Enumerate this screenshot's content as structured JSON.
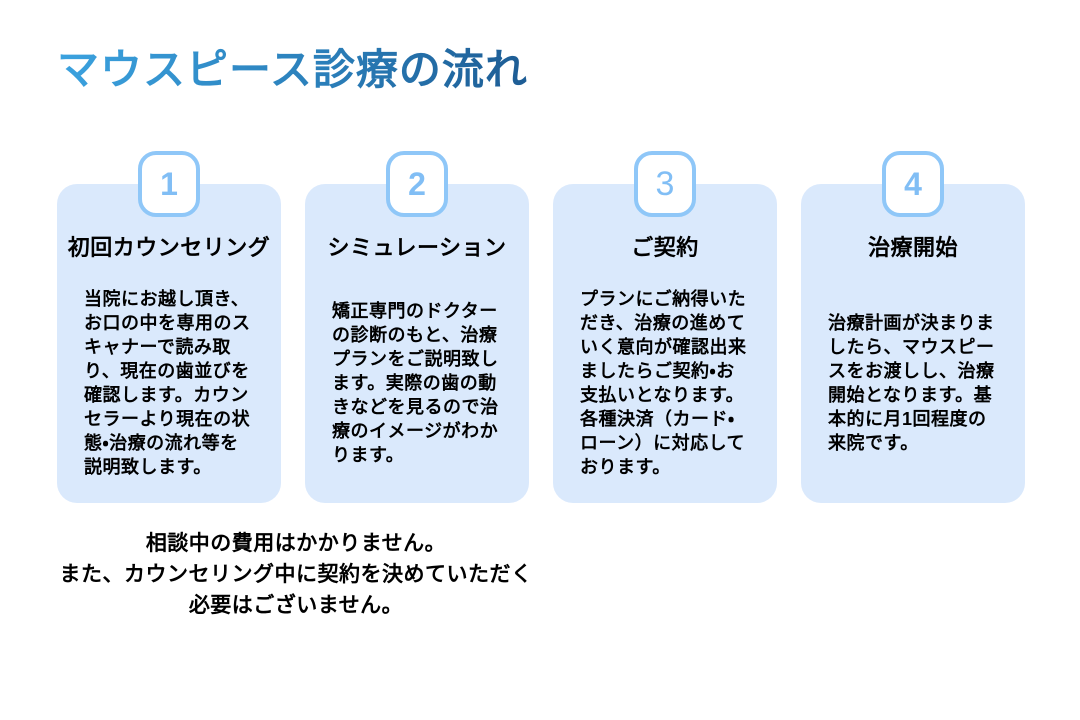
{
  "page": {
    "title": "マウスピース診療の流れ"
  },
  "steps": [
    {
      "number": "1",
      "title": "初回カウンセリング",
      "body": "当院にお越し頂き、お口の中を専用のスキャナーで読み取り、現在の歯並びを確認します。カウンセラーより現在の状態・治療の流れ等を説明致します。"
    },
    {
      "number": "2",
      "title": "シミュレーション",
      "body": "矯正専門のドクターの診断のもと、治療プランをご説明致します。実際の歯の動きなどを見るので治療のイメージがわかります。"
    },
    {
      "number": "3",
      "title": "ご契約",
      "body": "プランにご納得いただき、治療の進めていく意向が確認出来ましたらご契約・お支払いとなります。各種決済（カード・ローン）に対応しております。"
    },
    {
      "number": "4",
      "title": "治療開始",
      "body": "治療計画が決まりましたら、マウスピースをお渡しし、治療開始となります。基本的に月1回程度の来院です。"
    }
  ],
  "note": {
    "lines": [
      "相談中の費用はかかりません。",
      "また、カウンセリング中に契約を決めていただく",
      "必要はございません。"
    ]
  },
  "colors": {
    "title_gradient_start": "#3ba2df",
    "title_gradient_end": "#1d5c94",
    "card_bg": "#dae9fc",
    "badge_border": "#8fc7f8",
    "badge_number": "#81bef5",
    "body_text": "#000000"
  }
}
